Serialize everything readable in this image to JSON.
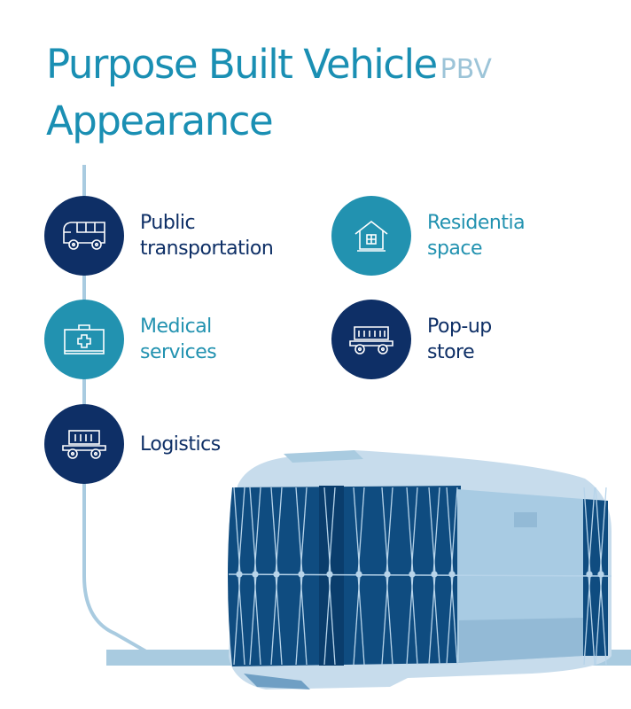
{
  "title": {
    "line1": "Purpose Built Vehicle",
    "abbr": "PBV",
    "line2": "Appearance"
  },
  "colors": {
    "navy": "#0e2f66",
    "teal": "#2292b0",
    "title": "#1a8fb3",
    "light": "#9cc4d8"
  },
  "items": [
    {
      "label_1": "Public",
      "label_2": "transportation",
      "icon": "bus-icon",
      "style": "dark"
    },
    {
      "label_1": "Residentia",
      "label_2": "space",
      "icon": "house-icon",
      "style": "teal"
    },
    {
      "label_1": "Medical",
      "label_2": "services",
      "icon": "medical-kit-icon",
      "style": "teal"
    },
    {
      "label_1": "Pop-up",
      "label_2": "store",
      "icon": "cart-icon",
      "style": "dark"
    },
    {
      "label_1": "Logistics",
      "icon": "container-trailer-icon",
      "style": "dark"
    }
  ]
}
